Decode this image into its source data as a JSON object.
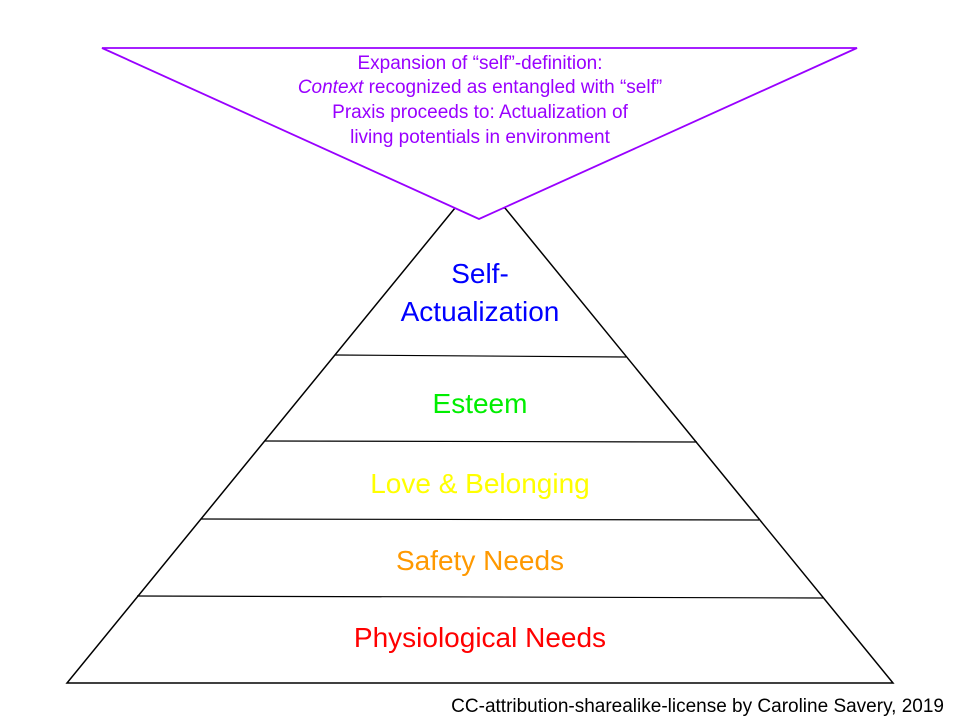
{
  "diagram": {
    "inverted_tip": {
      "line1": "Expansion of “self”-definition:",
      "line2_italic": "Context",
      "line2_rest": " recognized as entangled with “self”",
      "line3": "Praxis proceeds to: Actualization of",
      "line4": "living potentials in environment",
      "color": "#9900ff"
    },
    "levels": [
      {
        "line1": "Self-",
        "line2": "Actualization",
        "color": "#0000ff"
      },
      {
        "label": "Esteem",
        "color": "#00ee00"
      },
      {
        "label": "Love & Belonging",
        "color": "#ffff00"
      },
      {
        "label": "Safety Needs",
        "color": "#ff9900"
      },
      {
        "label": "Physiological Needs",
        "color": "#ff0000"
      }
    ],
    "outline_color": "#000000"
  },
  "footer": {
    "credit": "CC-attribution-sharealike-license by Caroline Savery, 2019"
  }
}
